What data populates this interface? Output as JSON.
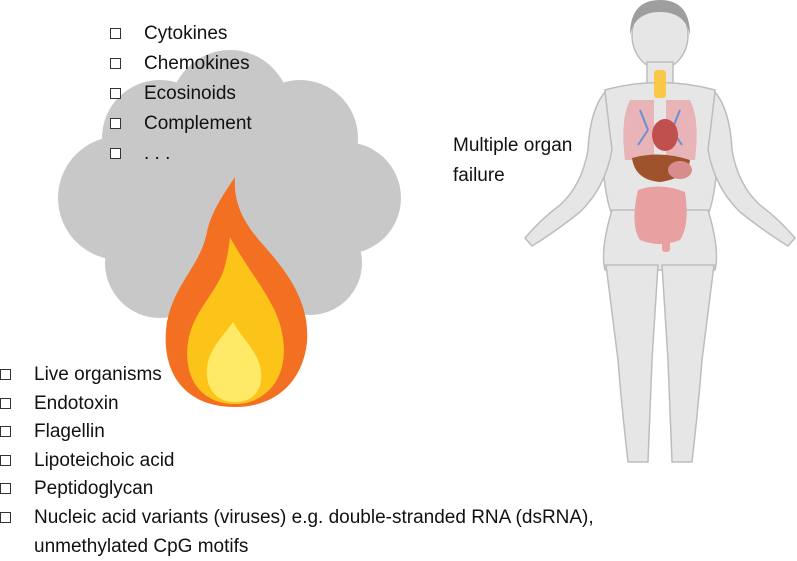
{
  "mediators": {
    "items": [
      "Cytokines",
      "Chemokines",
      "Ecosinoids",
      "Complement",
      ". . ."
    ]
  },
  "triggers": {
    "items": [
      "Live organisms",
      "Endotoxin",
      "Flagellin",
      "Lipoteichoic acid",
      "Peptidoglycan",
      "Nucleic acid variants (viruses) e.g. double-stranded RNA (dsRNA), unmethylated CpG motifs"
    ]
  },
  "outcome": {
    "label": "Multiple organ failure"
  },
  "icons": [
    "smoke-cloud-icon",
    "fire-flame-icon",
    "human-body-organs-icon",
    "checkbox-icon"
  ],
  "colors": {
    "cloud": "#c8c8c8",
    "flame_outer": "#f36f21",
    "flame_inner": "#fcc419",
    "flame_core": "#fff176",
    "body": "#e6e6e6",
    "body_outline": "#bdbdbd"
  }
}
